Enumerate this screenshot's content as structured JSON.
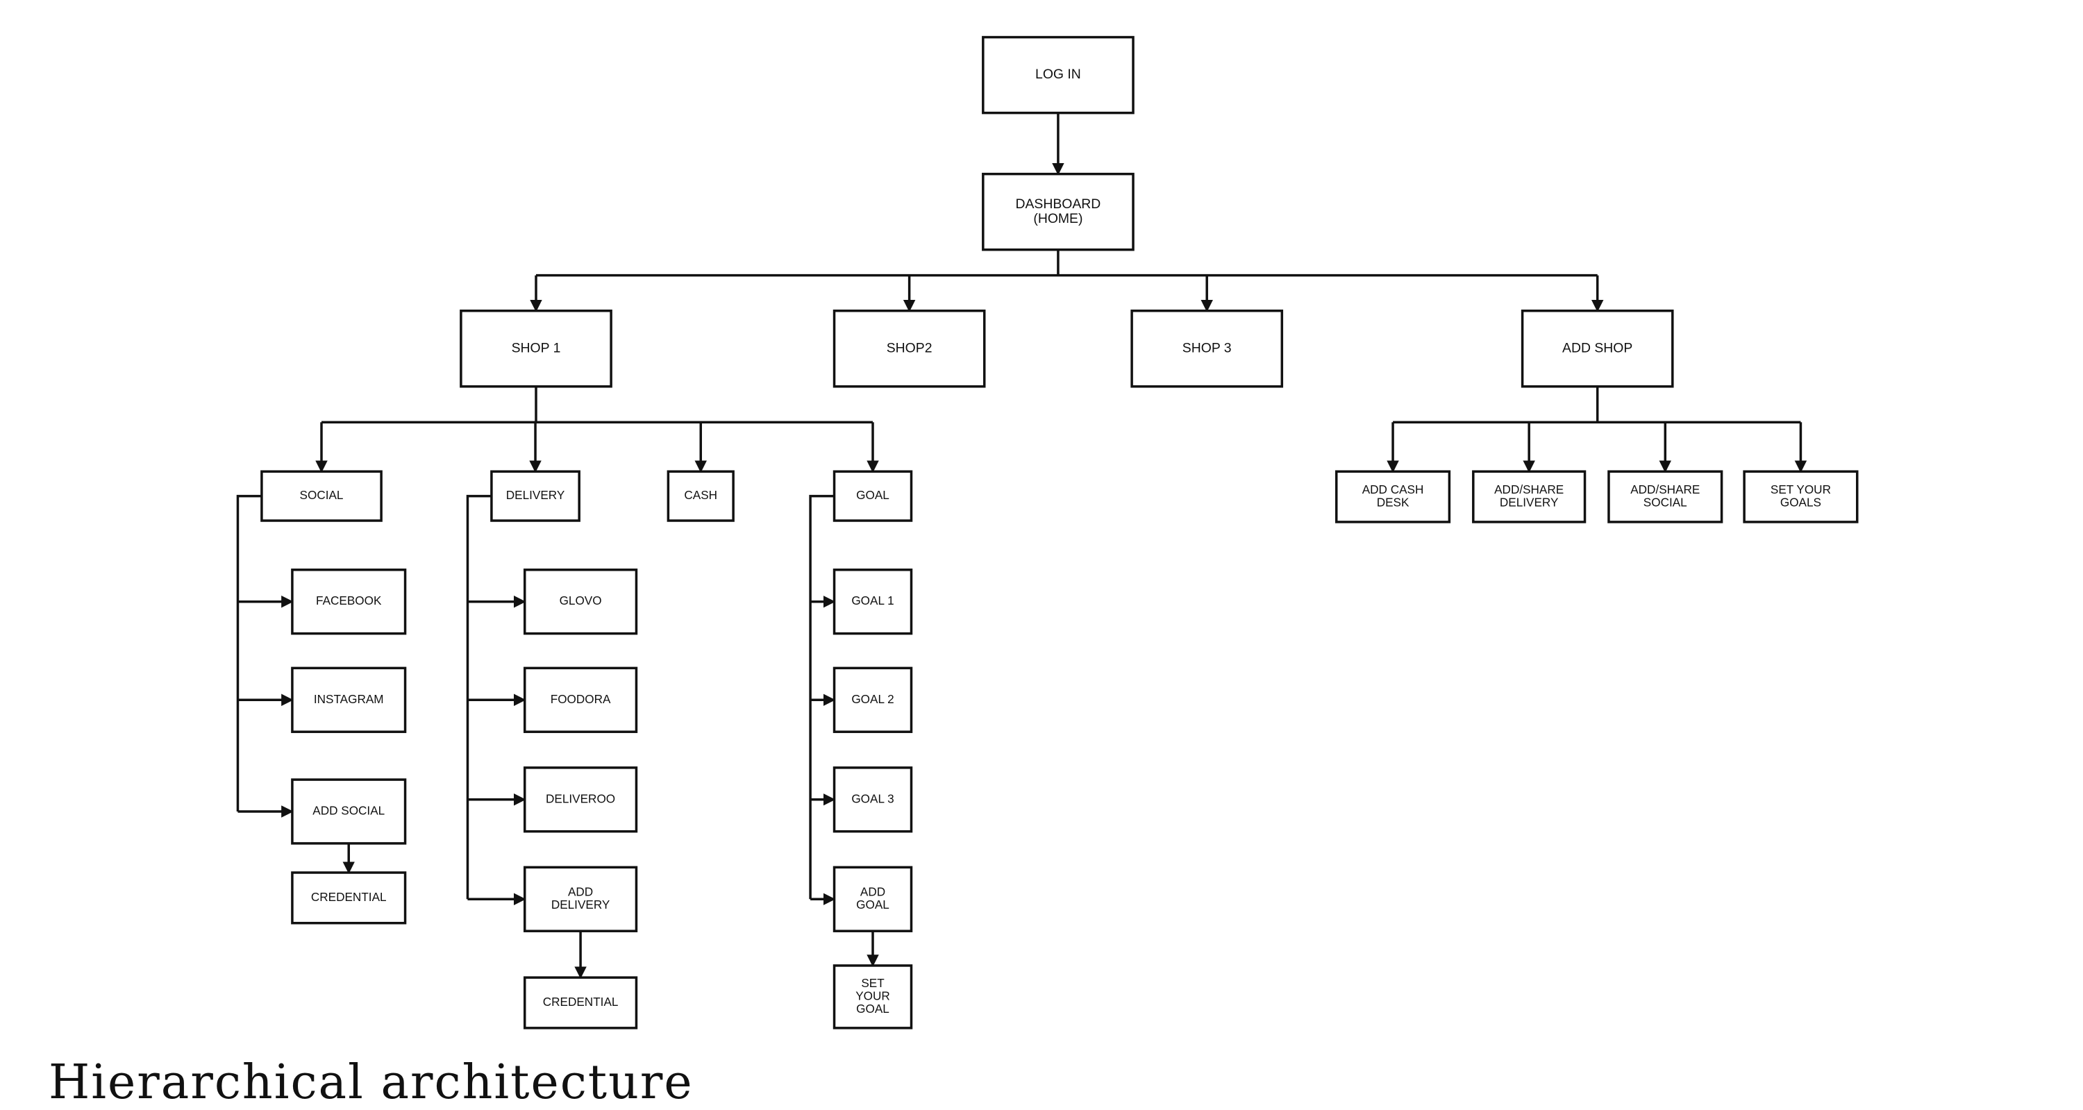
{
  "diagram": {
    "type": "sitemap-tree",
    "nodes": [
      {
        "id": "login",
        "lines": [
          "LOG IN"
        ]
      },
      {
        "id": "dashboard",
        "lines": [
          "DASHBOARD",
          "(HOME)"
        ]
      },
      {
        "id": "shop1",
        "lines": [
          "SHOP 1"
        ]
      },
      {
        "id": "shop2",
        "lines": [
          "SHOP2"
        ]
      },
      {
        "id": "shop3",
        "lines": [
          "SHOP 3"
        ]
      },
      {
        "id": "addshop",
        "lines": [
          "ADD SHOP"
        ]
      },
      {
        "id": "social",
        "lines": [
          "SOCIAL"
        ]
      },
      {
        "id": "delivery",
        "lines": [
          "DELIVERY"
        ]
      },
      {
        "id": "cash",
        "lines": [
          "CASH"
        ]
      },
      {
        "id": "goal",
        "lines": [
          "GOAL"
        ]
      },
      {
        "id": "facebook",
        "lines": [
          "FACEBOOK"
        ]
      },
      {
        "id": "instagram",
        "lines": [
          "INSTAGRAM"
        ]
      },
      {
        "id": "addsocial",
        "lines": [
          "ADD SOCIAL"
        ]
      },
      {
        "id": "credential1",
        "lines": [
          "CREDENTIAL"
        ]
      },
      {
        "id": "glovo",
        "lines": [
          "GLOVO"
        ]
      },
      {
        "id": "foodora",
        "lines": [
          "FOODORA"
        ]
      },
      {
        "id": "deliveroo",
        "lines": [
          "DELIVEROO"
        ]
      },
      {
        "id": "adddelivery",
        "lines": [
          "ADD",
          "DELIVERY"
        ]
      },
      {
        "id": "credential2",
        "lines": [
          "CREDENTIAL"
        ]
      },
      {
        "id": "goal1",
        "lines": [
          "GOAL 1"
        ]
      },
      {
        "id": "goal2",
        "lines": [
          "GOAL 2"
        ]
      },
      {
        "id": "goal3",
        "lines": [
          "GOAL 3"
        ]
      },
      {
        "id": "addgoal",
        "lines": [
          "ADD",
          "GOAL"
        ]
      },
      {
        "id": "setyourgoal",
        "lines": [
          "SET",
          "YOUR",
          "GOAL"
        ]
      },
      {
        "id": "addcashdesk",
        "lines": [
          "ADD CASH",
          "DESK"
        ]
      },
      {
        "id": "addsharedelivery",
        "lines": [
          "ADD/SHARE",
          "DELIVERY"
        ]
      },
      {
        "id": "addsharesocial",
        "lines": [
          "ADD/SHARE",
          "SOCIAL"
        ]
      },
      {
        "id": "setyourgoals",
        "lines": [
          "SET YOUR",
          "GOALS"
        ]
      }
    ],
    "edges": [
      {
        "from": "login",
        "to": "dashboard"
      },
      {
        "from": "dashboard",
        "to": "shop1"
      },
      {
        "from": "dashboard",
        "to": "shop2"
      },
      {
        "from": "dashboard",
        "to": "shop3"
      },
      {
        "from": "dashboard",
        "to": "addshop"
      },
      {
        "from": "shop1",
        "to": "social"
      },
      {
        "from": "shop1",
        "to": "delivery"
      },
      {
        "from": "shop1",
        "to": "cash"
      },
      {
        "from": "shop1",
        "to": "goal"
      },
      {
        "from": "social",
        "to": "facebook"
      },
      {
        "from": "social",
        "to": "instagram"
      },
      {
        "from": "social",
        "to": "addsocial"
      },
      {
        "from": "addsocial",
        "to": "credential1"
      },
      {
        "from": "delivery",
        "to": "glovo"
      },
      {
        "from": "delivery",
        "to": "foodora"
      },
      {
        "from": "delivery",
        "to": "deliveroo"
      },
      {
        "from": "delivery",
        "to": "adddelivery"
      },
      {
        "from": "adddelivery",
        "to": "credential2"
      },
      {
        "from": "goal",
        "to": "goal1"
      },
      {
        "from": "goal",
        "to": "goal2"
      },
      {
        "from": "goal",
        "to": "goal3"
      },
      {
        "from": "goal",
        "to": "addgoal"
      },
      {
        "from": "addgoal",
        "to": "setyourgoal"
      },
      {
        "from": "addshop",
        "to": "addcashdesk"
      },
      {
        "from": "addshop",
        "to": "addsharedelivery"
      },
      {
        "from": "addshop",
        "to": "addsharesocial"
      },
      {
        "from": "addshop",
        "to": "setyourgoals"
      }
    ]
  },
  "caption_fragment": "Hierarchical architecture"
}
